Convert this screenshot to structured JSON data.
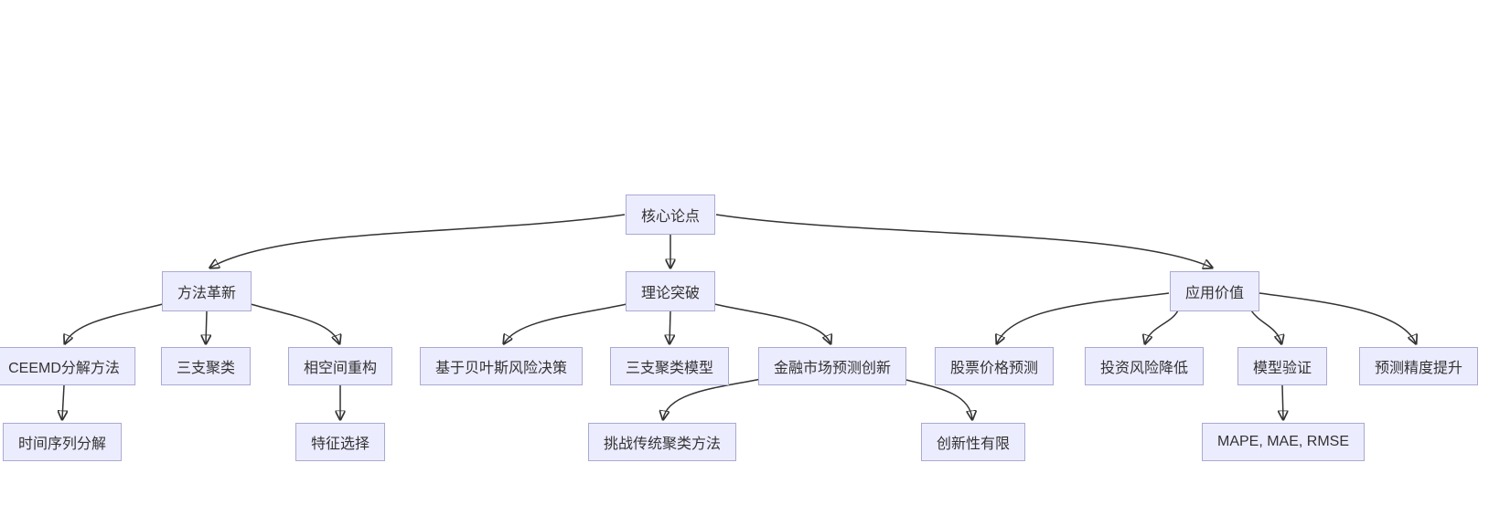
{
  "diagram": {
    "type": "flowchart",
    "direction": "top-down",
    "colors": {
      "background": "#ffffff",
      "node_fill": "#ececff",
      "node_border": "#a9a9d2",
      "edge": "#333333",
      "text": "#333333"
    },
    "nodes": {
      "core": {
        "label": "核心论点"
      },
      "method": {
        "label": "方法革新"
      },
      "theory": {
        "label": "理论突破"
      },
      "value": {
        "label": "应用价值"
      },
      "ceemd": {
        "label": "CEEMD分解方法"
      },
      "three": {
        "label": "三支聚类"
      },
      "phase": {
        "label": "相空间重构"
      },
      "bayes": {
        "label": "基于贝叶斯风险决策"
      },
      "threemodel": {
        "label": "三支聚类模型"
      },
      "finance": {
        "label": "金融市场预测创新"
      },
      "stock": {
        "label": "股票价格预测"
      },
      "risk": {
        "label": "投资风险降低"
      },
      "validate": {
        "label": "模型验证"
      },
      "precision": {
        "label": "预测精度提升"
      },
      "tsdecomp": {
        "label": "时间序列分解"
      },
      "feature": {
        "label": "特征选择"
      },
      "challenge": {
        "label": "挑战传统聚类方法"
      },
      "limited": {
        "label": "创新性有限"
      },
      "mape": {
        "label": "MAPE, MAE, RMSE"
      }
    },
    "edges": [
      {
        "from": "core",
        "to": "method"
      },
      {
        "from": "core",
        "to": "theory"
      },
      {
        "from": "core",
        "to": "value"
      },
      {
        "from": "method",
        "to": "ceemd"
      },
      {
        "from": "method",
        "to": "three"
      },
      {
        "from": "method",
        "to": "phase"
      },
      {
        "from": "ceemd",
        "to": "tsdecomp"
      },
      {
        "from": "phase",
        "to": "feature"
      },
      {
        "from": "theory",
        "to": "bayes"
      },
      {
        "from": "theory",
        "to": "threemodel"
      },
      {
        "from": "theory",
        "to": "finance"
      },
      {
        "from": "finance",
        "to": "challenge"
      },
      {
        "from": "finance",
        "to": "limited"
      },
      {
        "from": "value",
        "to": "stock"
      },
      {
        "from": "value",
        "to": "risk"
      },
      {
        "from": "value",
        "to": "validate"
      },
      {
        "from": "value",
        "to": "precision"
      },
      {
        "from": "validate",
        "to": "mape"
      }
    ]
  }
}
